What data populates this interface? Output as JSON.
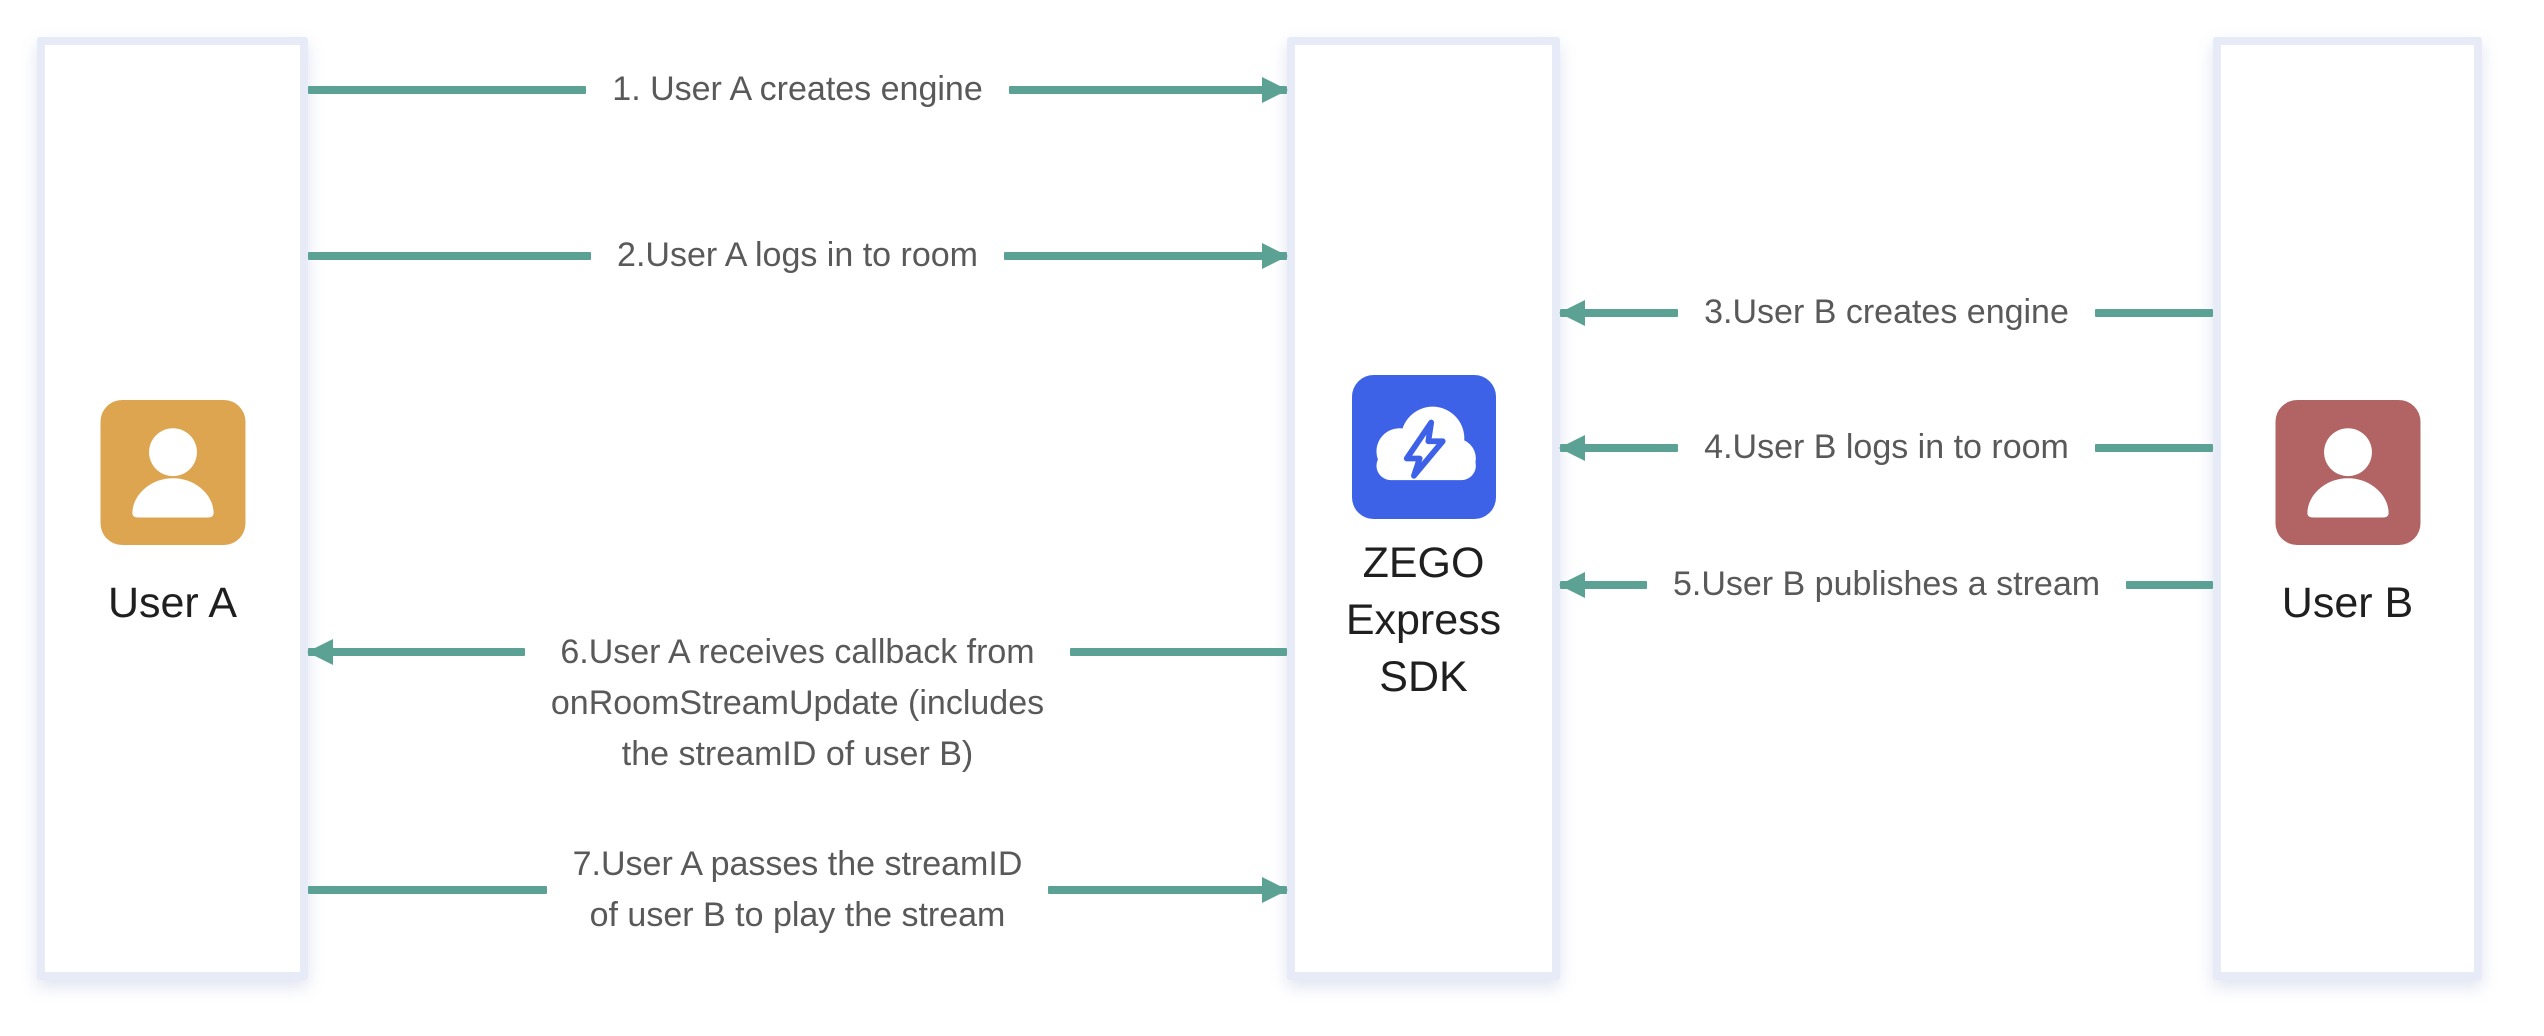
{
  "actors": [
    {
      "label": "User A",
      "icon": "person-avatar-icon",
      "color": "#DEA551"
    },
    {
      "label_lines": [
        "ZEGO",
        "Express",
        "SDK"
      ],
      "icon": "cloud-lightning-icon",
      "color": "#3D62E8"
    },
    {
      "label": "User B",
      "icon": "person-avatar-icon",
      "color": "#B26363"
    }
  ],
  "steps": [
    {
      "label": "1. User A creates engine",
      "direction": "right"
    },
    {
      "label": "2.User A logs in to room",
      "direction": "right"
    },
    {
      "label": "3.User B creates engine",
      "direction": "left"
    },
    {
      "label": "4.User B logs in to room",
      "direction": "left"
    },
    {
      "label": "5.User B publishes a stream",
      "direction": "left"
    },
    {
      "label_lines": [
        "6.User A receives callback from",
        "onRoomStreamUpdate (includes",
        "the streamID of user B)"
      ],
      "direction": "left"
    },
    {
      "label_lines": [
        "7.User A passes the streamID",
        "of user B to play the stream"
      ],
      "direction": "right"
    }
  ],
  "colors": {
    "arrow": "#5BA294",
    "panel_border": "#E7EBF7",
    "step_text": "#595959",
    "actor_text": "#1F1F1F",
    "user_a": "#DEA551",
    "user_b": "#B26363",
    "sdk_blue": "#3D62E8"
  }
}
